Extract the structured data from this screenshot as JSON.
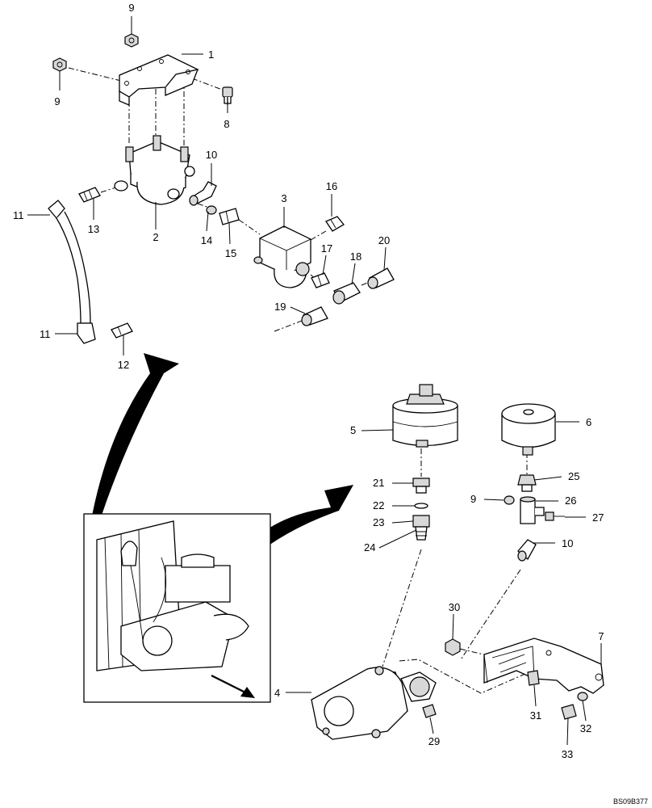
{
  "figure": {
    "reference_code": "BS09B377",
    "callouts": [
      {
        "id": "c9a",
        "text": "9"
      },
      {
        "id": "c9b",
        "text": "9"
      },
      {
        "id": "c1",
        "text": "1"
      },
      {
        "id": "c8",
        "text": "8"
      },
      {
        "id": "c10a",
        "text": "10"
      },
      {
        "id": "c3",
        "text": "3"
      },
      {
        "id": "c16",
        "text": "16"
      },
      {
        "id": "c11a",
        "text": "11"
      },
      {
        "id": "c13",
        "text": "13"
      },
      {
        "id": "c2",
        "text": "2"
      },
      {
        "id": "c14",
        "text": "14"
      },
      {
        "id": "c15",
        "text": "15"
      },
      {
        "id": "c17",
        "text": "17"
      },
      {
        "id": "c20",
        "text": "20"
      },
      {
        "id": "c18",
        "text": "18"
      },
      {
        "id": "c19",
        "text": "19"
      },
      {
        "id": "c11b",
        "text": "11"
      },
      {
        "id": "c12",
        "text": "12"
      },
      {
        "id": "c5",
        "text": "5"
      },
      {
        "id": "c6",
        "text": "6"
      },
      {
        "id": "c25",
        "text": "25"
      },
      {
        "id": "c21",
        "text": "21"
      },
      {
        "id": "c9c",
        "text": "9"
      },
      {
        "id": "c26",
        "text": "26"
      },
      {
        "id": "c22",
        "text": "22"
      },
      {
        "id": "c27",
        "text": "27"
      },
      {
        "id": "c23",
        "text": "23"
      },
      {
        "id": "c10b",
        "text": "10"
      },
      {
        "id": "c24",
        "text": "24"
      },
      {
        "id": "c30",
        "text": "30"
      },
      {
        "id": "c7",
        "text": "7"
      },
      {
        "id": "c4",
        "text": "4"
      },
      {
        "id": "c31",
        "text": "31"
      },
      {
        "id": "c32",
        "text": "32"
      },
      {
        "id": "c29",
        "text": "29"
      },
      {
        "id": "c33",
        "text": "33"
      }
    ]
  }
}
